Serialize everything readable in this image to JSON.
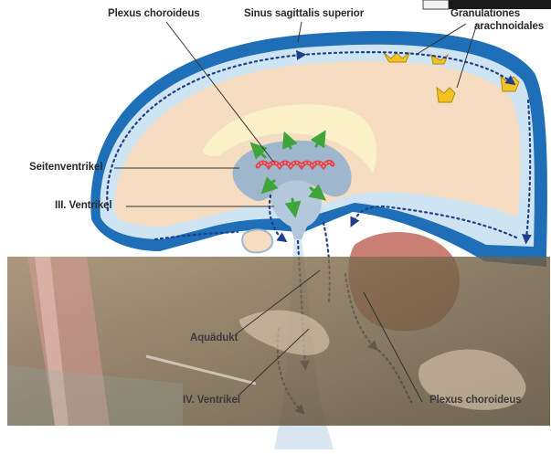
{
  "labels": {
    "plexus_top": "Plexus choroideus",
    "sinus": "Sinus sagittalis superior",
    "granulationes": "Granulationes",
    "arachnoidales": "arachnoidales",
    "seitenventrikel": "Seitenventrikel",
    "ventrikel3": "III. Ventrikel",
    "aquaedukt": "Aquädukt",
    "ventrikel4": "IV. Ventrikel",
    "plexus_bottom": "Plexus choroideus"
  },
  "colors": {
    "sinus_blue": "#1f6fb8",
    "csf_light_blue": "#cfe4f2",
    "brain_tissue": "#f6dcc0",
    "ventricle_cream": "#fbf1c8",
    "cerebellum": "#c97f74",
    "choroid_red": "#e0444f",
    "flow_arrow_green": "#3fa53a",
    "photo_overlay": "#7e6a4d"
  }
}
